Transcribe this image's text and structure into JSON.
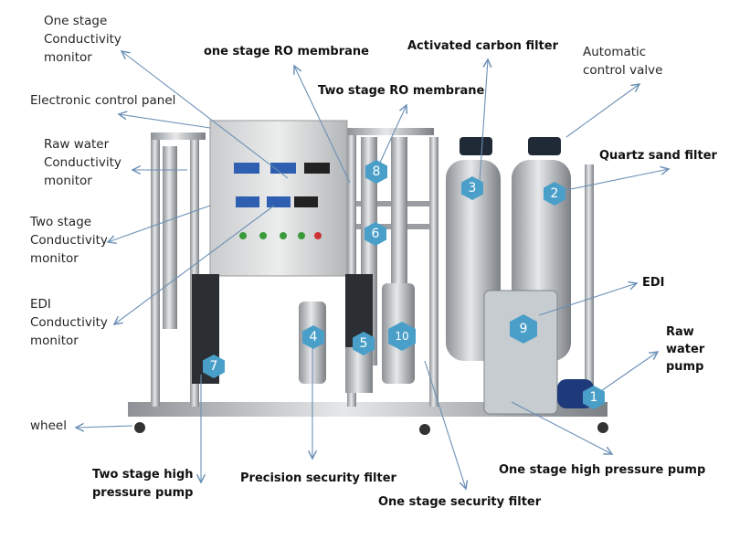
{
  "labels": {
    "one_stage_cond": [
      "One stage",
      "Conductivity",
      "monitor"
    ],
    "one_stage_ro": "one stage RO membrane",
    "activated_carbon": "Activated carbon filter",
    "auto_valve": [
      "Automatic",
      "control valve"
    ],
    "control_panel": "Electronic control panel",
    "two_stage_ro": "Two stage RO membrane",
    "quartz": "Quartz sand filter",
    "raw_cond": [
      "Raw water",
      "Conductivity",
      "monitor"
    ],
    "two_stage_cond": [
      "Two stage",
      "Conductivity",
      "monitor"
    ],
    "edi": "EDI",
    "edi_cond": [
      "EDI",
      "Conductivity",
      "monitor"
    ],
    "raw_pump": [
      "Raw",
      "water",
      "pump"
    ],
    "wheel": "wheel",
    "two_stage_hp": [
      "Two stage high",
      "pressure pump"
    ],
    "precision": "Precision security filter",
    "one_stage_hp": "One stage high pressure pump",
    "one_stage_security": "One stage security filter"
  },
  "markers": [
    "1",
    "2",
    "3",
    "4",
    "5",
    "6",
    "7",
    "8",
    "9",
    "10"
  ],
  "colors": {
    "arrow": "#6b8fb5",
    "marker": "#4a9fc9",
    "steel": "#b9bcbf"
  }
}
